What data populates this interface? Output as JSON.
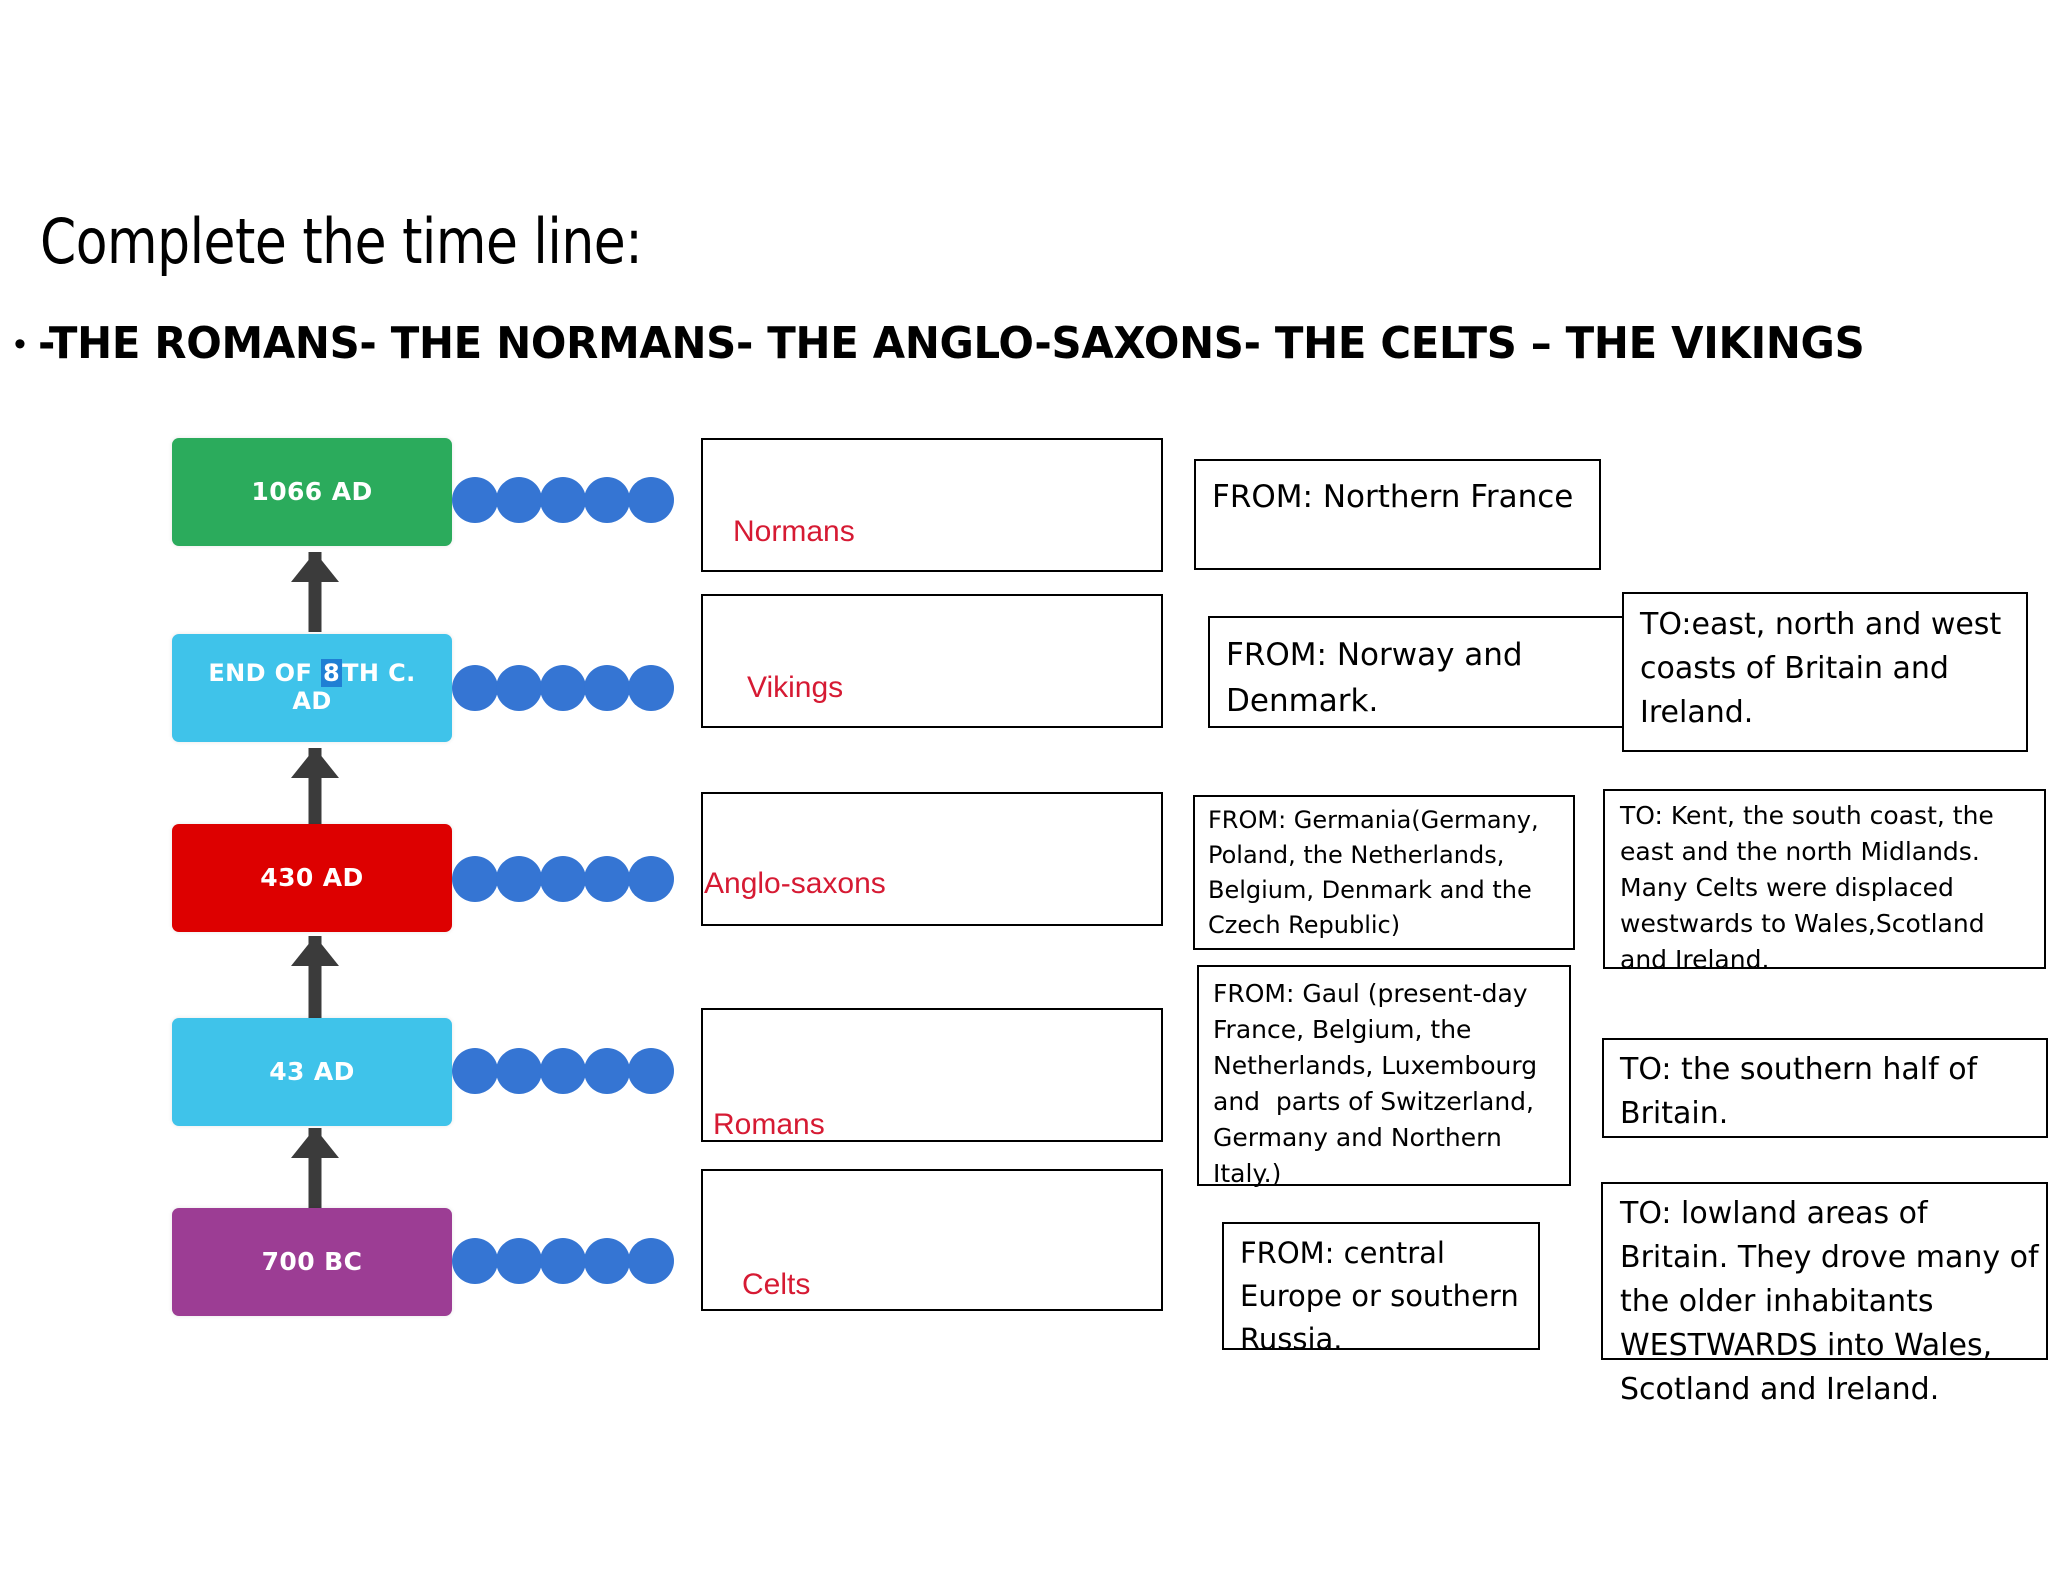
{
  "slide": {
    "title": "Complete the time line:",
    "bullet_marker": "•",
    "bullet_text": "-THE ROMANS- THE NORMANS- THE ANGLO-SAXONS- THE CELTS – THE VIKINGS"
  },
  "colors": {
    "green": "#2bab5c",
    "cyan": "#3fc3ea",
    "red": "#dd0000",
    "purple": "#9c3d94",
    "bead_blue": "#3575d3",
    "arrow_gray": "#3b3b3b",
    "label_red": "#d61a33",
    "highlight_blue": "#1f7fd4"
  },
  "timeline": {
    "blocks": [
      {
        "id": "normans",
        "date": "1066 AD",
        "color": "#2bab5c"
      },
      {
        "id": "vikings",
        "date_line1_a": "END OF ",
        "date_highlight": "8",
        "date_line1_b": "TH C.",
        "date_line2": "AD",
        "color": "#3fc3ea"
      },
      {
        "id": "anglo-saxons",
        "date": "430 AD",
        "color": "#dd0000"
      },
      {
        "id": "romans",
        "date": "43 AD",
        "color": "#3fc3ea"
      },
      {
        "id": "celts",
        "date": "700 BC",
        "color": "#9c3d94"
      }
    ],
    "beads_per_row": 5,
    "arrow_count": 4
  },
  "people_boxes": [
    {
      "id": "normans",
      "label": "Normans"
    },
    {
      "id": "vikings",
      "label": "Vikings"
    },
    {
      "id": "anglo-saxons",
      "label": "Anglo-saxons"
    },
    {
      "id": "romans",
      "label": "Romans"
    },
    {
      "id": "celts",
      "label": "Celts"
    }
  ],
  "from_boxes": [
    {
      "id": "from-normans",
      "text": "FROM: Northern France"
    },
    {
      "id": "from-vikings",
      "text": "FROM: Norway and Denmark."
    },
    {
      "id": "from-anglo-saxons",
      "text": "FROM: Germania(Germany, Poland, the Netherlands, Belgium, Denmark and the Czech Republic)"
    },
    {
      "id": "from-romans",
      "text": "FROM: Gaul (present-day France, Belgium, the Netherlands, Luxembourg and  parts of Switzerland, Germany and Northern Italy.)"
    },
    {
      "id": "from-celts",
      "text": "FROM: central Europe or southern Russia."
    }
  ],
  "to_boxes": [
    {
      "id": "to-vikings",
      "text": "TO:east, north and west coasts of Britain and Ireland."
    },
    {
      "id": "to-anglo-saxons",
      "text": "TO: Kent, the south coast, the east and the north Midlands. Many Celts were displaced westwards to Wales,Scotland and Ireland."
    },
    {
      "id": "to-romans",
      "text": "TO: the southern half of Britain."
    },
    {
      "id": "to-celts",
      "text": "TO: lowland areas of Britain. They drove many of the older inhabitants WESTWARDS into Wales, Scotland and Ireland."
    }
  ]
}
